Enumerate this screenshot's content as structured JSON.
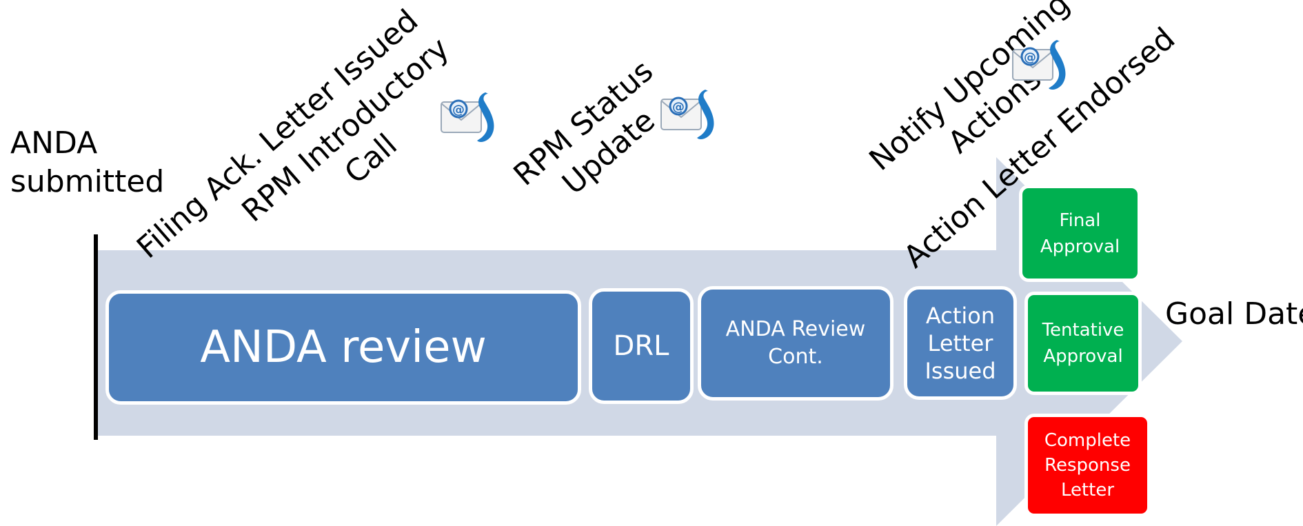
{
  "start": {
    "label": "ANDA\nsubmitted"
  },
  "goal": {
    "label": "Goal Date"
  },
  "phases": {
    "review": "ANDA review",
    "drl": "DRL",
    "review_cont": "ANDA Review\nCont.",
    "action_issued": "Action\nLetter\nIssued"
  },
  "milestones": {
    "filing": "Filing Ack. Letter Issued",
    "rpm_intro": "RPM Introductory\nCall",
    "rpm_status": "RPM Status\nUpdate",
    "notify": "Notify Upcoming\nActions",
    "endorsed": "Action Letter Endorsed"
  },
  "outcomes": {
    "final": "Final\nApproval",
    "tentative": "Tentative\nApproval",
    "crl": "Complete\nResponse\nLetter"
  },
  "icons": [
    "email-phone-icon",
    "email-phone-icon",
    "email-phone-icon"
  ],
  "colors": {
    "arrow": "#d0d8e6",
    "phase": "#4f81bd",
    "approval": "#00b050",
    "crl": "#ff0000"
  }
}
